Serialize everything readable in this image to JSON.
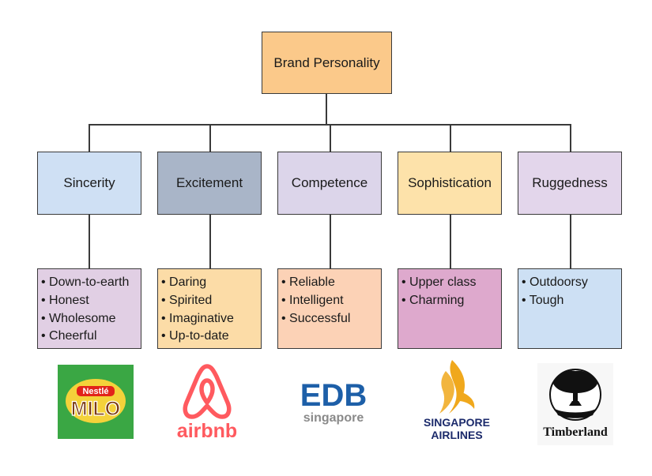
{
  "root": {
    "label": "Brand Personality",
    "color": "#fbc98a"
  },
  "dimensions": [
    {
      "label": "Sincerity",
      "color": "#cfe0f4",
      "traits": [
        "Down-to-earth",
        "Honest",
        "Wholesome",
        "Cheerful"
      ],
      "trait_color": "#e1cfe4",
      "brand": "Milo"
    },
    {
      "label": "Excitement",
      "color": "#a9b5c8",
      "traits": [
        "Daring",
        "Spirited",
        "Imaginative",
        "Up-to-date"
      ],
      "trait_color": "#fcdca7",
      "brand": "airbnb"
    },
    {
      "label": "Competence",
      "color": "#dcd5ea",
      "traits": [
        "Reliable",
        "Intelligent",
        "Successful"
      ],
      "trait_color": "#fcd2b6",
      "brand": "EDB Singapore"
    },
    {
      "label": "Sophistication",
      "color": "#fde2aa",
      "traits": [
        "Upper class",
        "Charming"
      ],
      "trait_color": "#dea9cd",
      "brand": "Singapore Airlines"
    },
    {
      "label": "Ruggedness",
      "color": "#e3d6eb",
      "traits": [
        "Outdoorsy",
        "Tough"
      ],
      "trait_color": "#cde0f4",
      "brand": "Timberland"
    }
  ],
  "logos": {
    "milo": {
      "maker": "Nestlé",
      "name": "MILO"
    },
    "airbnb": {
      "name": "airbnb",
      "color": "#ff5a5f"
    },
    "edb": {
      "name": "EDB",
      "sub": "singapore",
      "color": "#1d5fa8"
    },
    "sia": {
      "line1": "SINGAPORE",
      "line2": "AIRLINES",
      "color": "#1b2a6b",
      "accent": "#f0a81c"
    },
    "timberland": {
      "name": "Timberland"
    }
  }
}
